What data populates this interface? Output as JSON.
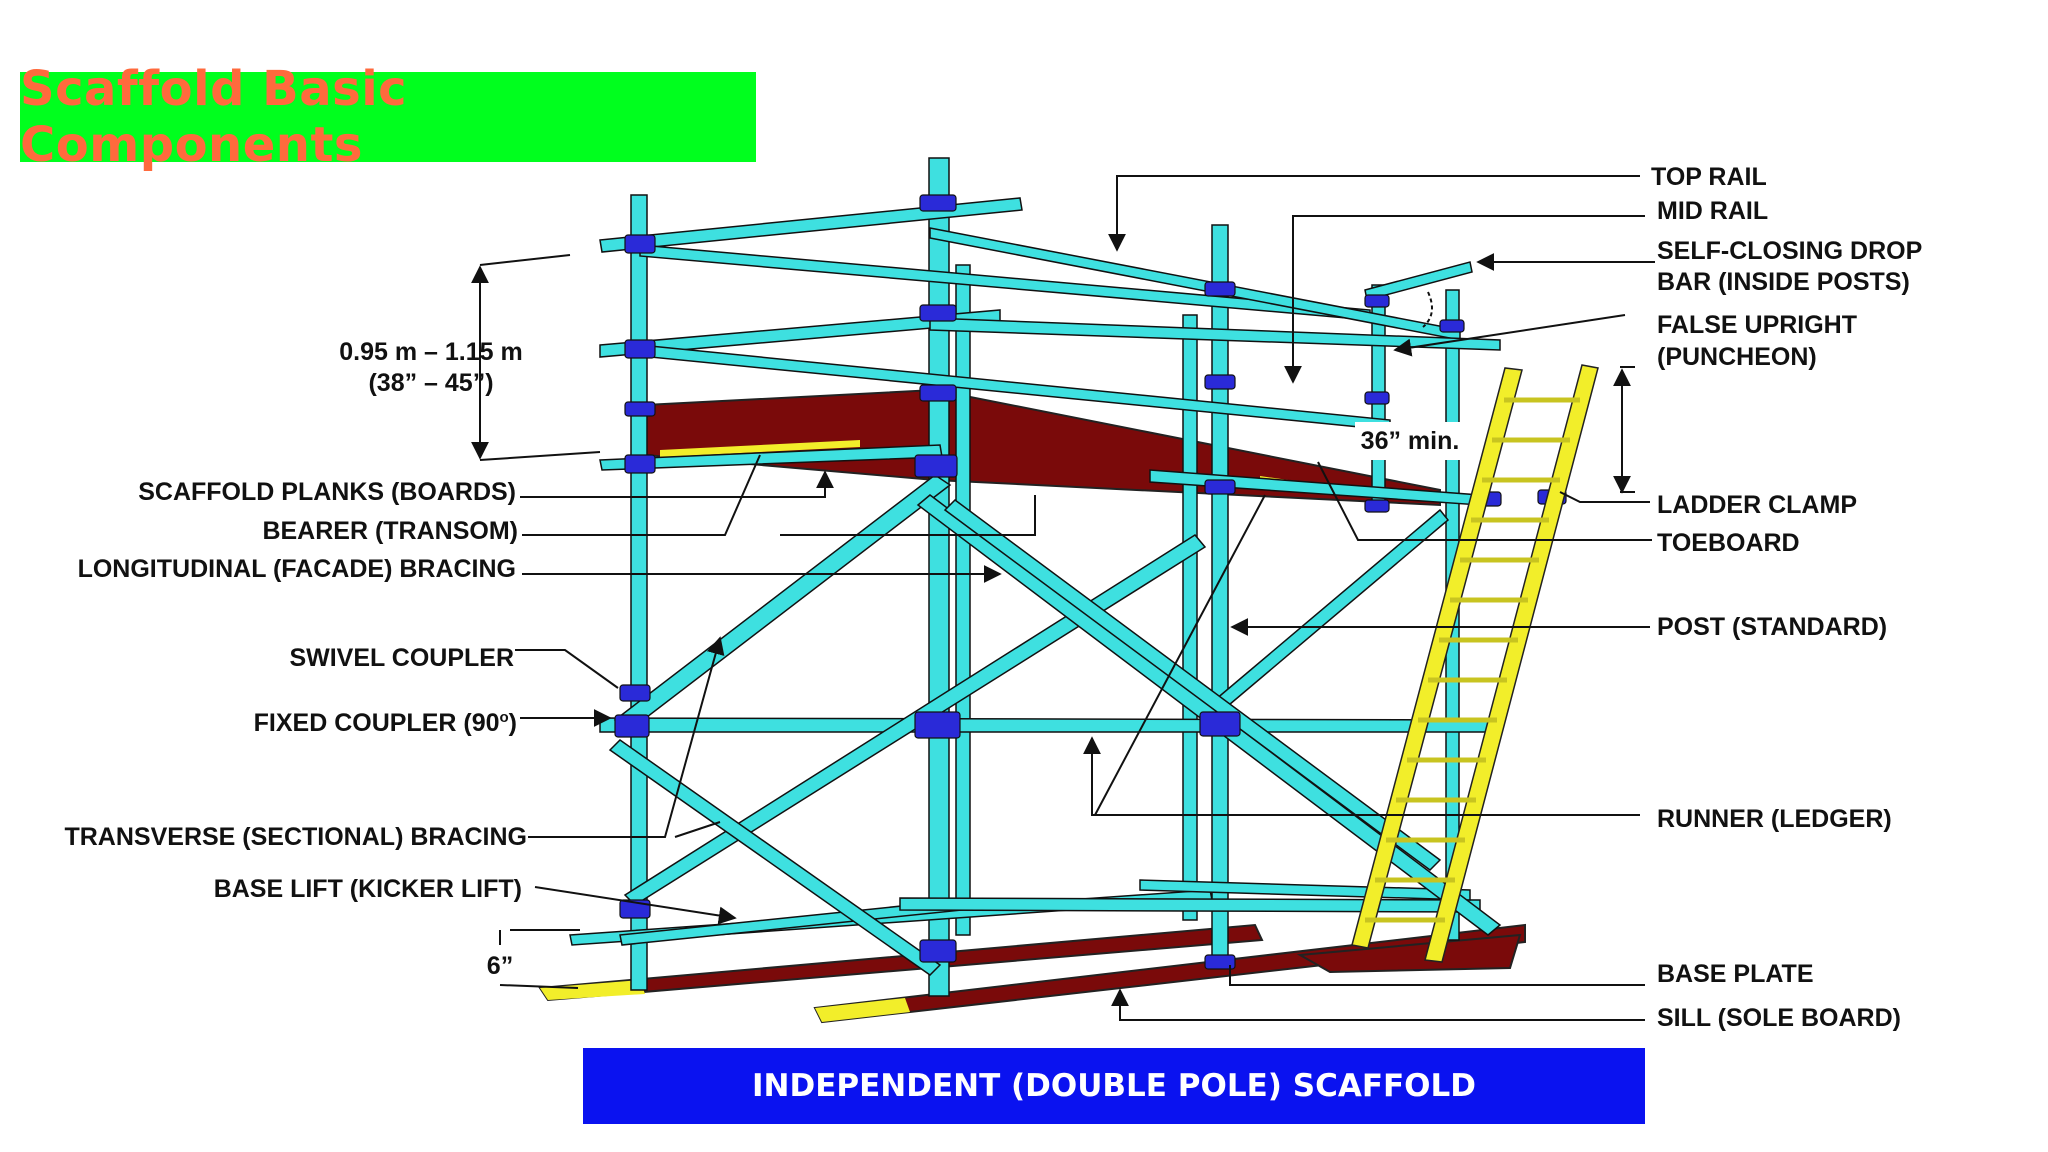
{
  "title": "Scaffold Basic Components",
  "banner": "INDEPENDENT (DOUBLE POLE) SCAFFOLD",
  "colors": {
    "title_bg": "#00ff1e",
    "title_text": "#ff6a3d",
    "banner_bg": "#0a12f0",
    "tube": "#3ee0e0",
    "coupler": "#2a2ad8",
    "plank": "#7a0a0a",
    "ladder": "#f2ee2a"
  },
  "labels": {
    "left": {
      "height_range": "0.95 m – 1.15 m",
      "height_range_in": "(38” – 45”)",
      "planks": "SCAFFOLD PLANKS (BOARDS)",
      "bearer": "BEARER (TRANSOM)",
      "longitudinal": "LONGITUDINAL (FACADE) BRACING",
      "swivel": "SWIVEL COUPLER",
      "fixed": "FIXED COUPLER (90",
      "fixed_sup": "o",
      "fixed_close": ")",
      "transverse": "TRANSVERSE (SECTIONAL) BRACING",
      "base_lift": "BASE LIFT (KICKER LIFT)",
      "six_in": "6”"
    },
    "right": {
      "top_rail": "TOP RAIL",
      "mid_rail": "MID RAIL",
      "drop_bar_1": "SELF-CLOSING DROP",
      "drop_bar_2": "BAR (INSIDE POSTS)",
      "false_upright_1": "FALSE UPRIGHT",
      "false_upright_2": "(PUNCHEON)",
      "ladder_clamp": "LADDER CLAMP",
      "toeboard": "TOEBOARD",
      "post": "POST (STANDARD)",
      "runner": "RUNNER (LEDGER)",
      "base_plate": "BASE PLATE",
      "sill": "SILL (SOLE BOARD)"
    },
    "center": {
      "min_height": "36” min."
    }
  }
}
